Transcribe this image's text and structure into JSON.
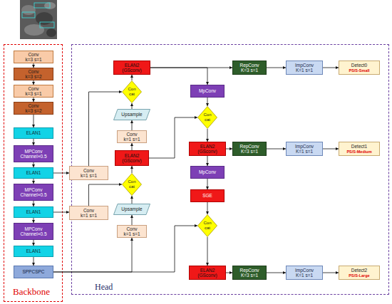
{
  "diagram": {
    "nodes": [
      {
        "text": [
          "Backbone"
        ]
      },
      {
        "text": [
          "Conv",
          "k=3 s=1"
        ],
        "in": 0
      },
      {
        "text": [
          "Conv",
          "k=3 s=2"
        ],
        "in": 0
      },
      {
        "text": [
          "Conv",
          "k=3 s=1"
        ],
        "in": 0
      },
      {
        "text": [
          "Conv",
          "k=3 s=2"
        ],
        "in": 0
      },
      {
        "text": [
          "ELAN1"
        ],
        "in": 0
      },
      {
        "text": [
          "MPConv",
          "Channel×0.5"
        ],
        "in": 0
      },
      {
        "text": [
          "ELAN1"
        ],
        "in": 0
      },
      {
        "text": [
          "MPConv",
          "Channel×0.5"
        ],
        "in": 0
      },
      {
        "text": [
          "ELAN1"
        ],
        "in": 0
      },
      {
        "text": [
          "MPConv",
          "Channel×0.5"
        ],
        "in": 0
      },
      {
        "text": [
          "ELAN1"
        ],
        "in": 0
      },
      {
        "text": [
          "SPPCSPC"
        ],
        "in": 0
      },
      {
        "text": [
          "Head"
        ]
      },
      {
        "text": [
          "Conv",
          "k=1 s=1"
        ],
        "in": 13
      },
      {
        "text": [
          "Conv",
          "k=1 s=1"
        ],
        "in": 13
      },
      {
        "text": [
          "ELAN2",
          "(GSconv)"
        ],
        "in": 13
      },
      {
        "text": [
          "RepConv",
          "K=3 s=1"
        ],
        "in": 13
      },
      {
        "text": [
          "ImpConv",
          "K=1 s=1"
        ],
        "in": 13
      },
      {
        "text": [
          "Detect0",
          "PS/S-Small"
        ],
        "in": 13
      },
      {
        "text": [
          "Concat"
        ],
        "in": 13
      },
      {
        "text": [
          "MpConv"
        ],
        "in": 13
      },
      {
        "text": [
          "Upsample"
        ],
        "in": 13
      },
      {
        "text": [
          "Concat"
        ],
        "in": 13
      },
      {
        "text": [
          "Conv",
          "k=1 s=1"
        ],
        "in": 13
      },
      {
        "text": [
          "ELAN2",
          "(GSconv)"
        ],
        "in": 13
      },
      {
        "text": [
          "RepConv",
          "K=3 s=1"
        ],
        "in": 13
      },
      {
        "text": [
          "ImpConv",
          "K=1 s=1"
        ],
        "in": 13
      },
      {
        "text": [
          "Detect1",
          "PS/S-Medium"
        ],
        "in": 13
      },
      {
        "text": [
          "ELAN2",
          "(GSconv)"
        ],
        "in": 13
      },
      {
        "text": [
          "MpConv"
        ],
        "in": 13
      },
      {
        "text": [
          "Concat"
        ],
        "in": 13
      },
      {
        "text": [
          "SGE"
        ],
        "in": 13
      },
      {
        "text": [
          "Upsample"
        ],
        "in": 13
      },
      {
        "text": [
          "Concat"
        ],
        "in": 13
      },
      {
        "text": [
          "Conv",
          "k=1 s=1"
        ],
        "in": 13
      },
      {
        "text": [
          "ELAN2",
          "(GSconv)"
        ],
        "in": 13
      },
      {
        "text": [
          "RepConv",
          "K=3 s=1"
        ],
        "in": 13
      },
      {
        "text": [
          "ImpConv",
          "K=1 s=1"
        ],
        "in": 13
      },
      {
        "text": [
          "Detect2",
          "PS/S-Large"
        ],
        "in": 13
      }
    ],
    "edges": [
      {
        "from": 1,
        "to": 2,
        "arrow": "to"
      },
      {
        "from": 2,
        "to": 3,
        "arrow": "to"
      },
      {
        "from": 3,
        "to": 4,
        "arrow": "to"
      },
      {
        "from": 4,
        "to": 5,
        "arrow": "to"
      },
      {
        "from": 5,
        "to": 6,
        "arrow": "to"
      },
      {
        "from": 6,
        "to": 7,
        "arrow": "to"
      },
      {
        "from": 7,
        "to": 8,
        "arrow": "to"
      },
      {
        "from": 8,
        "to": 9,
        "arrow": "to"
      },
      {
        "from": 9,
        "to": 10,
        "arrow": "to"
      },
      {
        "from": 10,
        "to": 11,
        "arrow": "to"
      },
      {
        "from": 11,
        "to": 12,
        "arrow": "to"
      },
      {
        "from": 7,
        "to": 14,
        "arrow": "to"
      },
      {
        "from": 9,
        "to": 15,
        "arrow": "to"
      },
      {
        "from": 14,
        "to": 20,
        "arrow": "to"
      },
      {
        "from": 15,
        "to": 31,
        "arrow": "to"
      },
      {
        "from": 12,
        "to": 35,
        "arrow": "to"
      },
      {
        "from": 12,
        "to": 34,
        "arrow": "to"
      },
      {
        "from": 35,
        "to": 33,
        "arrow": "to"
      },
      {
        "from": 33,
        "to": 31,
        "arrow": "to"
      },
      {
        "from": 31,
        "to": 29,
        "arrow": "to"
      },
      {
        "from": 29,
        "to": 24,
        "arrow": "to"
      },
      {
        "from": 24,
        "to": 22,
        "arrow": "to"
      },
      {
        "from": 22,
        "to": 20,
        "arrow": "to"
      },
      {
        "from": 20,
        "to": 16,
        "arrow": "to"
      },
      {
        "from": 16,
        "to": 17,
        "arrow": "to"
      },
      {
        "from": 17,
        "to": 18,
        "arrow": "to"
      },
      {
        "from": 18,
        "to": 19,
        "arrow": "to"
      },
      {
        "from": 16,
        "to": 21,
        "arrow": "to"
      },
      {
        "from": 21,
        "to": 23,
        "arrow": "to"
      },
      {
        "from": 29,
        "to": 23,
        "arrow": "to"
      },
      {
        "from": 23,
        "to": 25,
        "arrow": "to"
      },
      {
        "from": 25,
        "to": 26,
        "arrow": "to"
      },
      {
        "from": 26,
        "to": 27,
        "arrow": "to"
      },
      {
        "from": 27,
        "to": 28,
        "arrow": "to"
      },
      {
        "from": 25,
        "to": 30,
        "arrow": "to"
      },
      {
        "from": 30,
        "to": 32,
        "arrow": "to"
      },
      {
        "from": 32,
        "to": 34,
        "arrow": "to"
      },
      {
        "from": 34,
        "to": 36,
        "arrow": "to"
      },
      {
        "from": 36,
        "to": 37,
        "arrow": "to"
      },
      {
        "from": 37,
        "to": 38,
        "arrow": "to"
      },
      {
        "from": 38,
        "to": 39,
        "arrow": "to"
      }
    ]
  }
}
